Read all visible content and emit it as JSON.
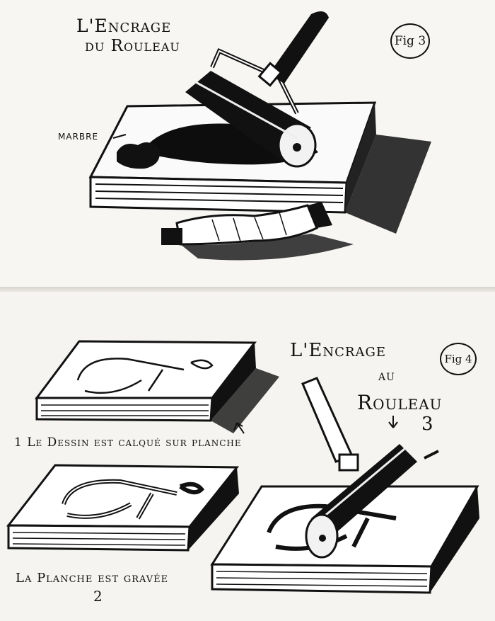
{
  "fig3": {
    "title_line1": "L'Encrage",
    "title_line2": "du Rouleau",
    "badge": "Fig 3",
    "label_marble": "MARBRE"
  },
  "fig4": {
    "title_line1": "L'Encrage",
    "title_line2": "au",
    "title_line3": "Rouleau",
    "badge": "Fig 4",
    "step3_number": "3",
    "step1_caption": "1 Le Dessin est calqué sur planche",
    "step2_caption": "La Planche est gravée",
    "step2_number": "2"
  }
}
